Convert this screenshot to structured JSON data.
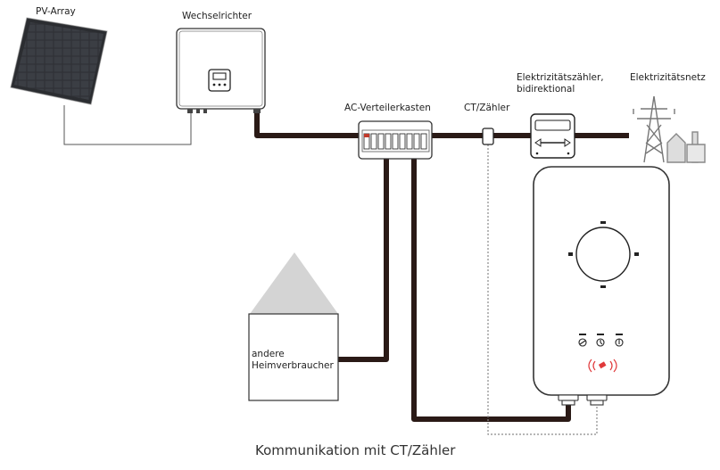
{
  "labels": {
    "pv_array": "PV-Array",
    "inverter": "Wechselrichter",
    "ac_box": "AC-Verteilerkasten",
    "ct_meter": "CT/Zähler",
    "elec_meter_line1": "Elektrizitätszähler,",
    "elec_meter_line2": "bidirektional",
    "grid": "Elektrizitätsnetz",
    "house_line1": "andere",
    "house_line2": "Heimverbraucher"
  },
  "caption": "Kommunikation mit CT/Zähler",
  "icons": {
    "pv_array": "solar-panel-icon",
    "inverter": "inverter-icon",
    "ac_box": "breaker-box-icon",
    "ct": "current-transformer-icon",
    "meter": "electricity-meter-icon",
    "grid": "power-pylon-icon",
    "house": "house-icon",
    "charger": "ev-charger-icon",
    "rfid": "rfid-icon"
  },
  "colors": {
    "cable": "#2a1a16",
    "thin_line": "#555555",
    "dotted_line": "#8a8a8a",
    "rfid": "#e0393b",
    "roof": "#d4d4d4"
  }
}
